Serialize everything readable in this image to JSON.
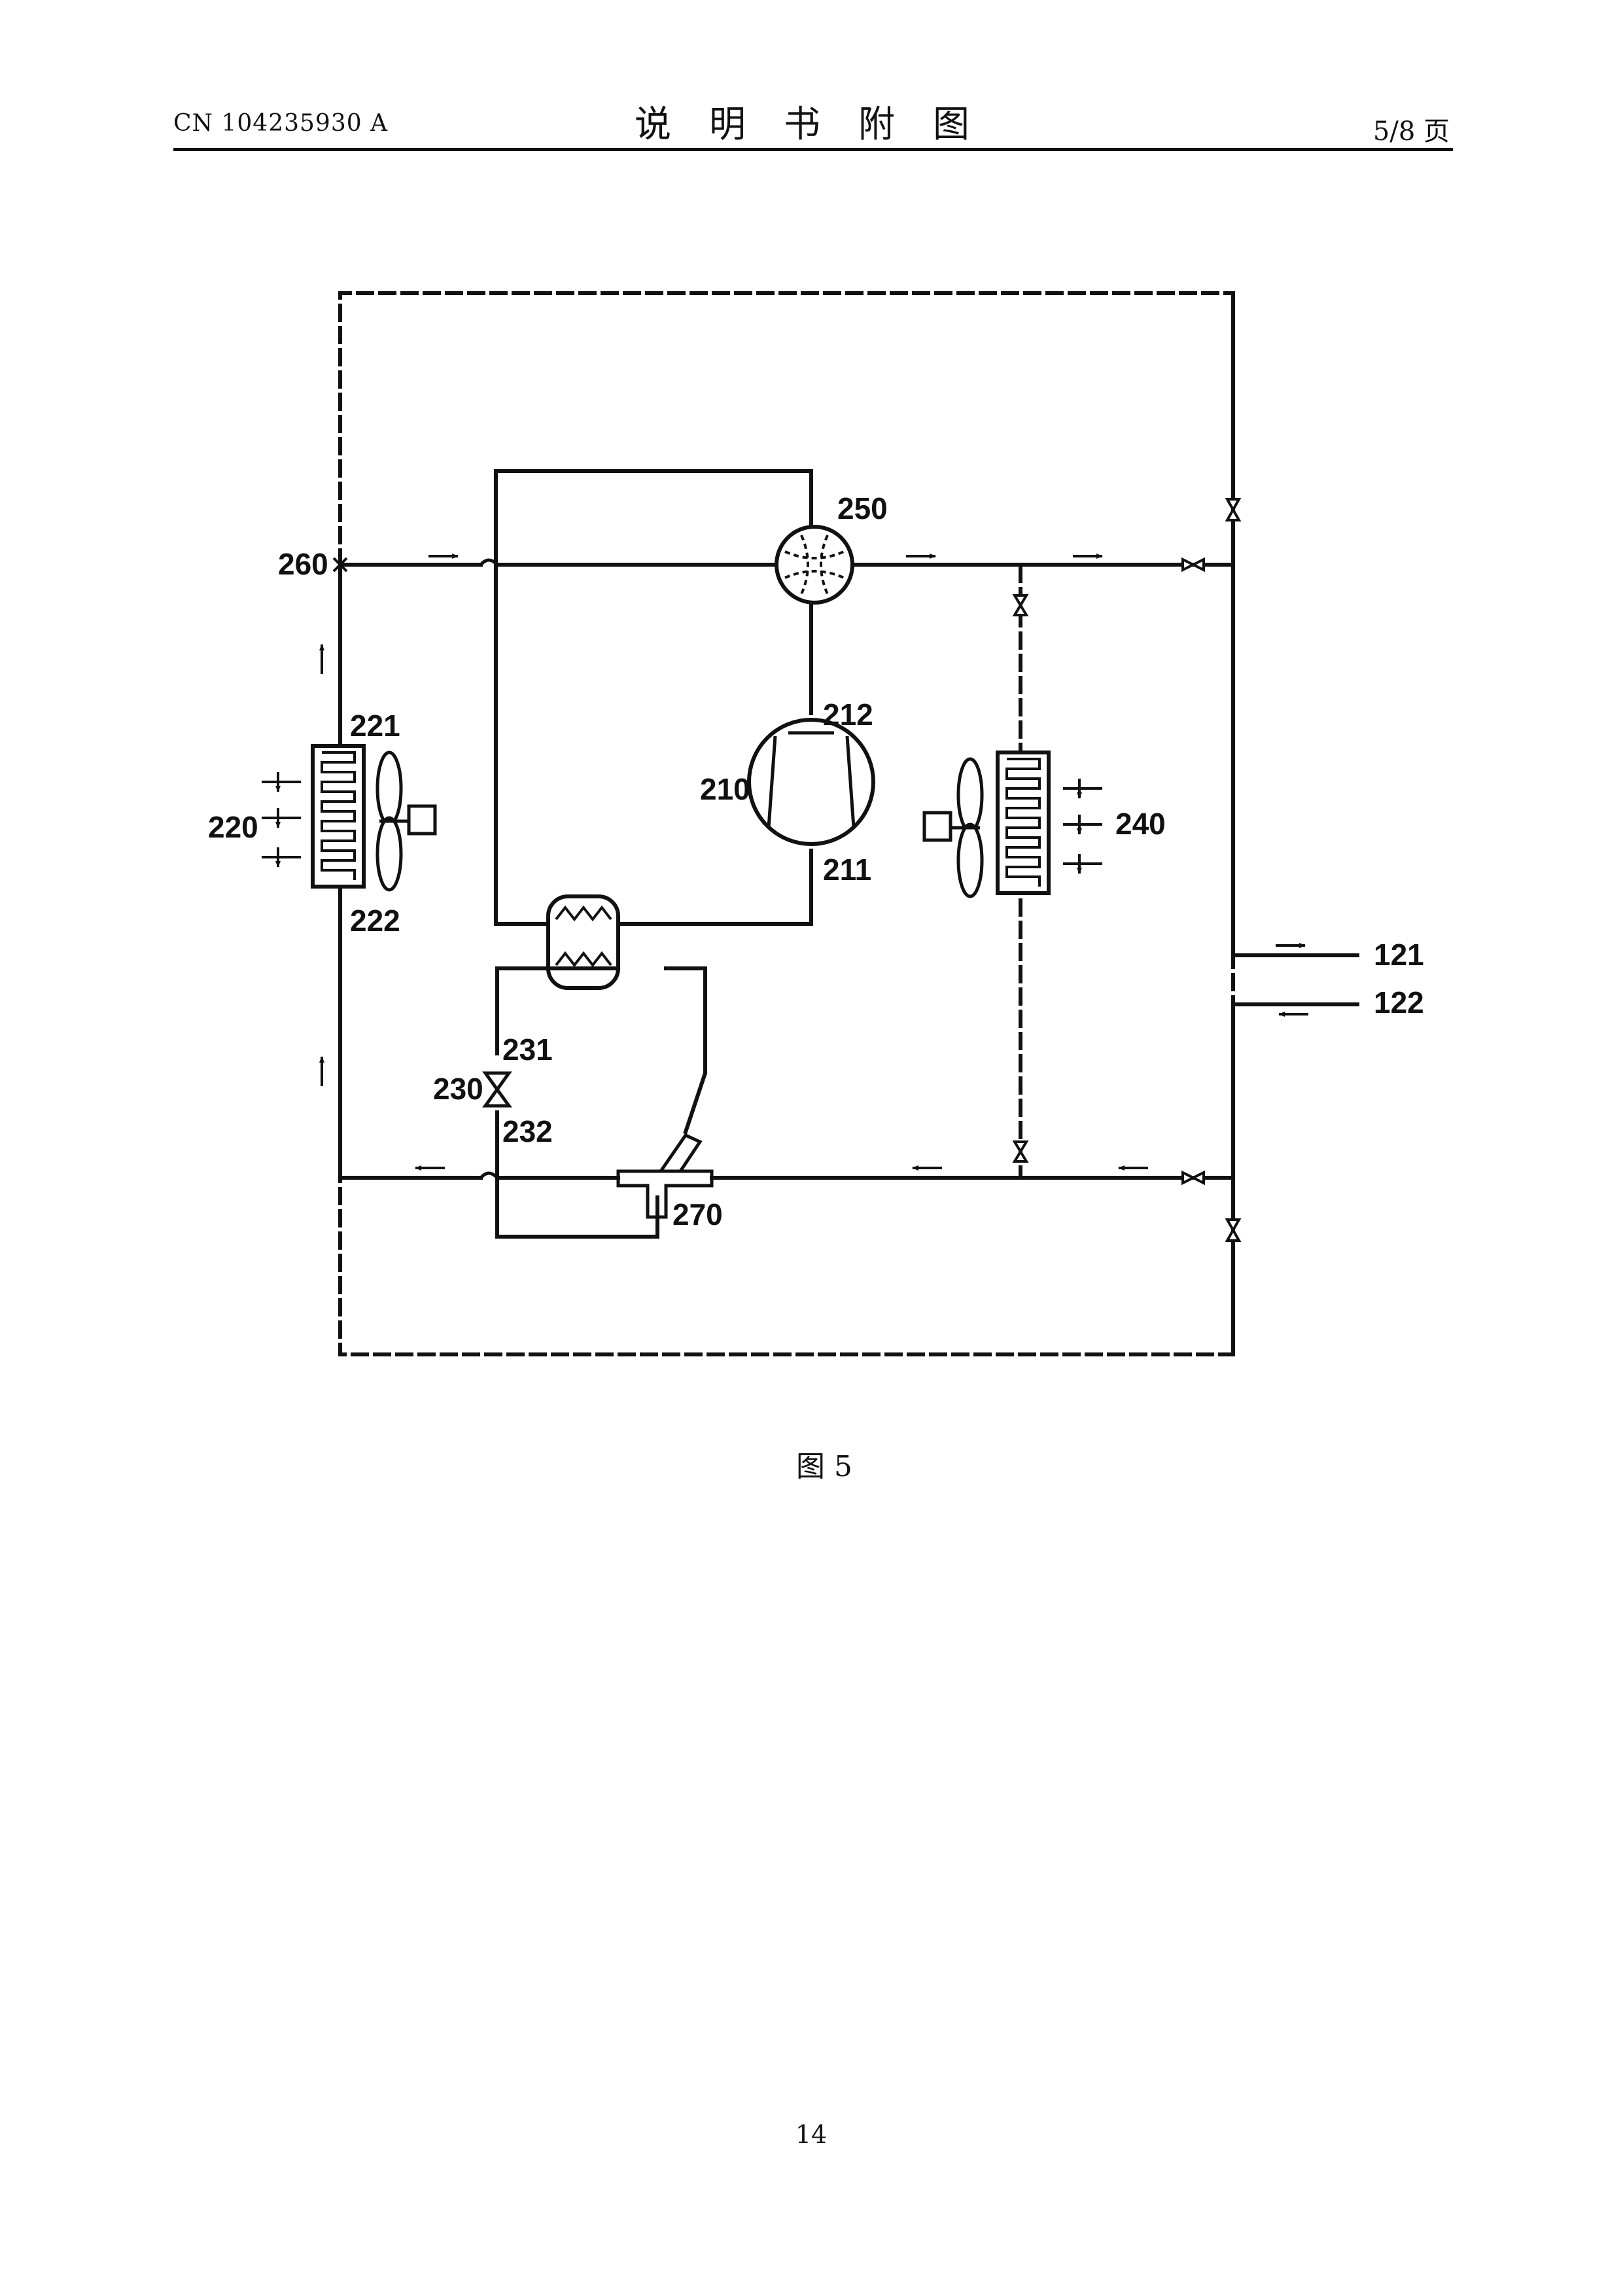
{
  "header": {
    "publication_number": "CN 104235930 A",
    "section_title": "说明书附图",
    "page_of": "5/8 页"
  },
  "figure": {
    "caption": "图 5",
    "labels": {
      "l260": "260",
      "l250": "250",
      "l212": "212",
      "l210": "210",
      "l211": "211",
      "l221": "221",
      "l220": "220",
      "l222": "222",
      "l240": "240",
      "l121": "121",
      "l122": "122",
      "l231": "231",
      "l230": "230",
      "l232": "232",
      "l270": "270"
    }
  },
  "footer": {
    "page_number": "14"
  }
}
